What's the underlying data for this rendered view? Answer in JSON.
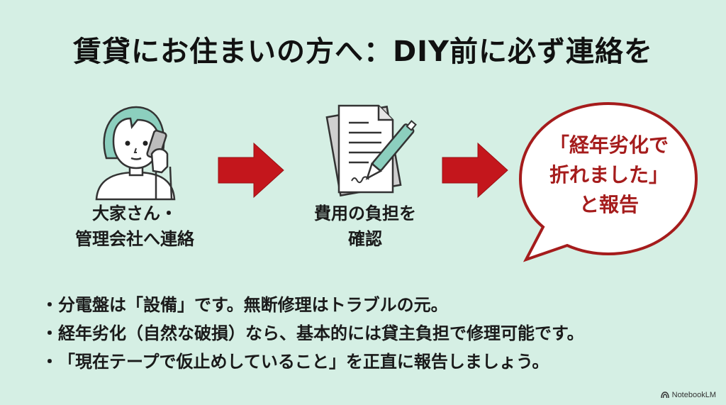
{
  "title": "賃貸にお住まいの方へ：DIY前に必ず連絡を",
  "steps": [
    {
      "icon": "woman-phone-icon",
      "label_lines": [
        "大家さん・",
        "管理会社へ連絡"
      ]
    },
    {
      "icon": "document-pen-icon",
      "label_lines": [
        "費用の負担を",
        "確認"
      ]
    }
  ],
  "arrows": [
    "arrow-right-icon",
    "arrow-right-icon"
  ],
  "bubble": {
    "icon": "speech-bubble-icon",
    "lines": [
      "「経年劣化で",
      "折れました」",
      "と報告"
    ]
  },
  "bullets": [
    "分電盤は「設備」です。無断修理はトラブルの元。",
    "経年劣化（自然な破損）なら、基本的には貸主負担で修理可能です。",
    "「現在テープで仮止めしていること」を正直に報告しましょう。"
  ],
  "bullet_marker": "・",
  "brand": "NotebookLM",
  "colors": {
    "background": "#d5efe4",
    "accent_red": "#c4161c",
    "bubble_text": "#a51c1c",
    "hair_teal": "#8ccfbe",
    "text": "#1a1a1a"
  }
}
